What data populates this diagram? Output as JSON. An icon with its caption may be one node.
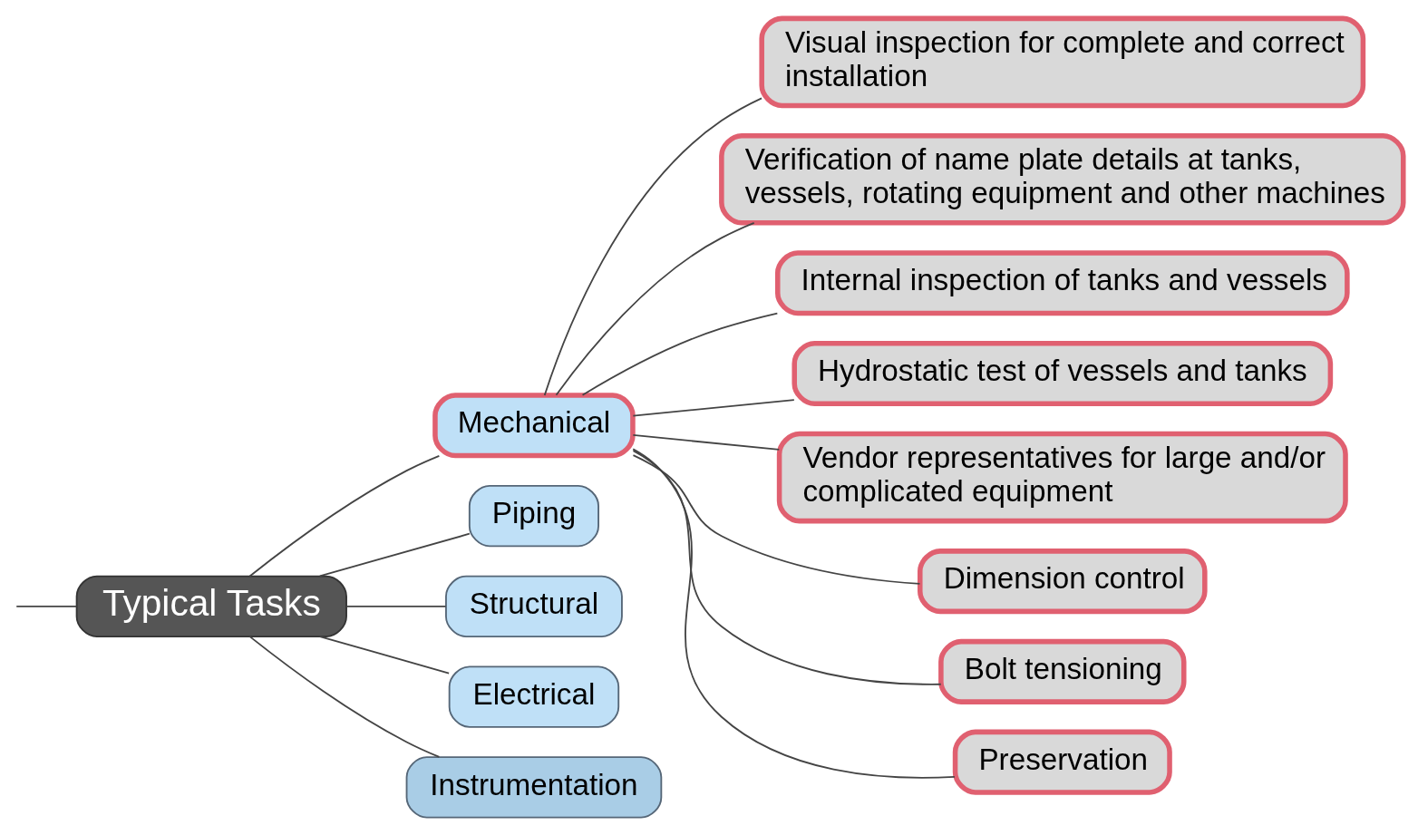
{
  "diagram": {
    "nodes": [
      {
        "text": [
          "Typical Tasks"
        ]
      },
      {
        "text": [
          "Mechanical"
        ]
      },
      {
        "text": [
          "Piping"
        ]
      },
      {
        "text": [
          "Structural"
        ]
      },
      {
        "text": [
          "Electrical"
        ]
      },
      {
        "text": [
          "Instrumentation"
        ]
      },
      {
        "text": [
          "Visual inspection for complete and correct installation"
        ]
      },
      {
        "text": [
          "Verification of name plate details at tanks, vessels, rotating equipment and other machines"
        ]
      },
      {
        "text": [
          "Internal inspection of tanks and vessels"
        ]
      },
      {
        "text": [
          "Hydrostatic test of vessels and tanks"
        ]
      },
      {
        "text": [
          "Vendor representatives for large and/or complicated equipment"
        ]
      },
      {
        "text": [
          "Dimension control"
        ]
      },
      {
        "text": [
          "Bolt tensioning"
        ]
      },
      {
        "text": [
          "Preservation"
        ]
      }
    ],
    "edges": [
      {
        "from": null,
        "to": 0,
        "arrow": "none"
      },
      {
        "from": 0,
        "to": 1,
        "arrow": "none"
      },
      {
        "from": 0,
        "to": 2,
        "arrow": "none"
      },
      {
        "from": 0,
        "to": 3,
        "arrow": "none"
      },
      {
        "from": 0,
        "to": 4,
        "arrow": "none"
      },
      {
        "from": 0,
        "to": 5,
        "arrow": "none"
      },
      {
        "from": 1,
        "to": 6,
        "arrow": "none"
      },
      {
        "from": 1,
        "to": 7,
        "arrow": "none"
      },
      {
        "from": 1,
        "to": 8,
        "arrow": "none"
      },
      {
        "from": 1,
        "to": 9,
        "arrow": "none"
      },
      {
        "from": 1,
        "to": 10,
        "arrow": "none"
      },
      {
        "from": 1,
        "to": 11,
        "arrow": "none"
      },
      {
        "from": 1,
        "to": 12,
        "arrow": "none"
      },
      {
        "from": 1,
        "to": 13,
        "arrow": "none"
      }
    ]
  }
}
